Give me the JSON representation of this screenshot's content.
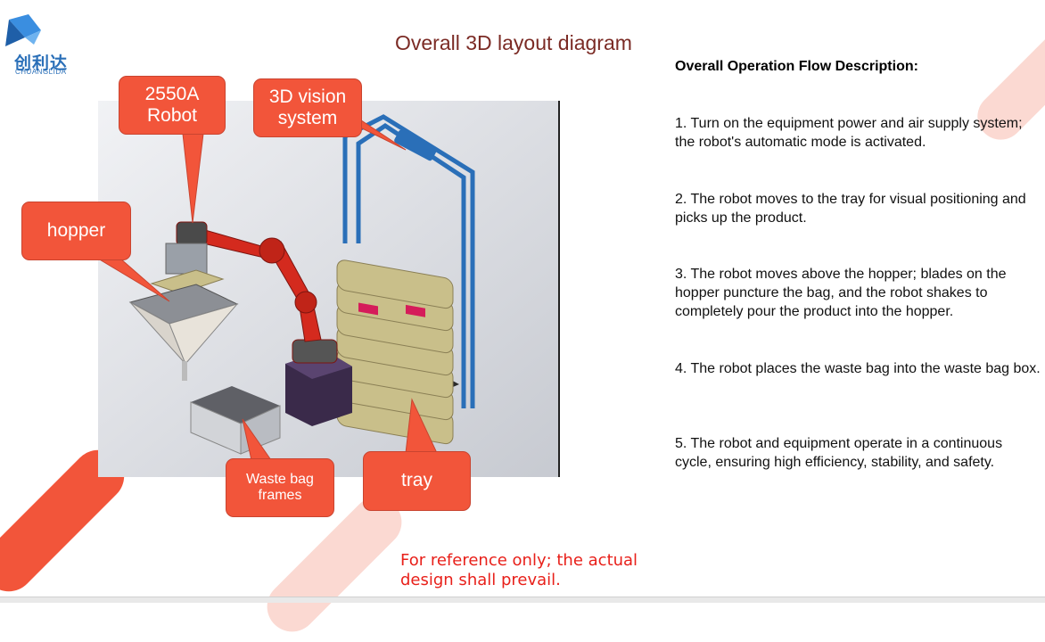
{
  "logo": {
    "cn": "创利达",
    "en": "CHUANGLIDA"
  },
  "title": "Overall 3D layout diagram",
  "callouts": {
    "robot": "2550A Robot",
    "vision": "3D vision system",
    "hopper": "hopper",
    "waste": "Waste bag frames",
    "tray": "tray"
  },
  "flow": {
    "heading": "Overall Operation Flow Description:",
    "steps": [
      "1. Turn on the equipment power and air supply system; the robot's automatic mode is activated.",
      "2. The robot moves to the tray for visual positioning and picks up the product.",
      "3. The robot moves above the hopper; blades on the hopper puncture the bag, and the robot shakes to completely pour the product into the hopper.",
      "4. The robot places the waste bag into the waste bag box.",
      "5. The robot and equipment operate in a continuous cycle, ensuring high efficiency, stability, and safety."
    ]
  },
  "note": "For reference only; the actual design shall prevail.",
  "colors": {
    "callout": "#f2553a",
    "title": "#7b2b25",
    "note": "#e8201a",
    "frame": "#2a6fb8",
    "robot": "#d42a1e"
  }
}
